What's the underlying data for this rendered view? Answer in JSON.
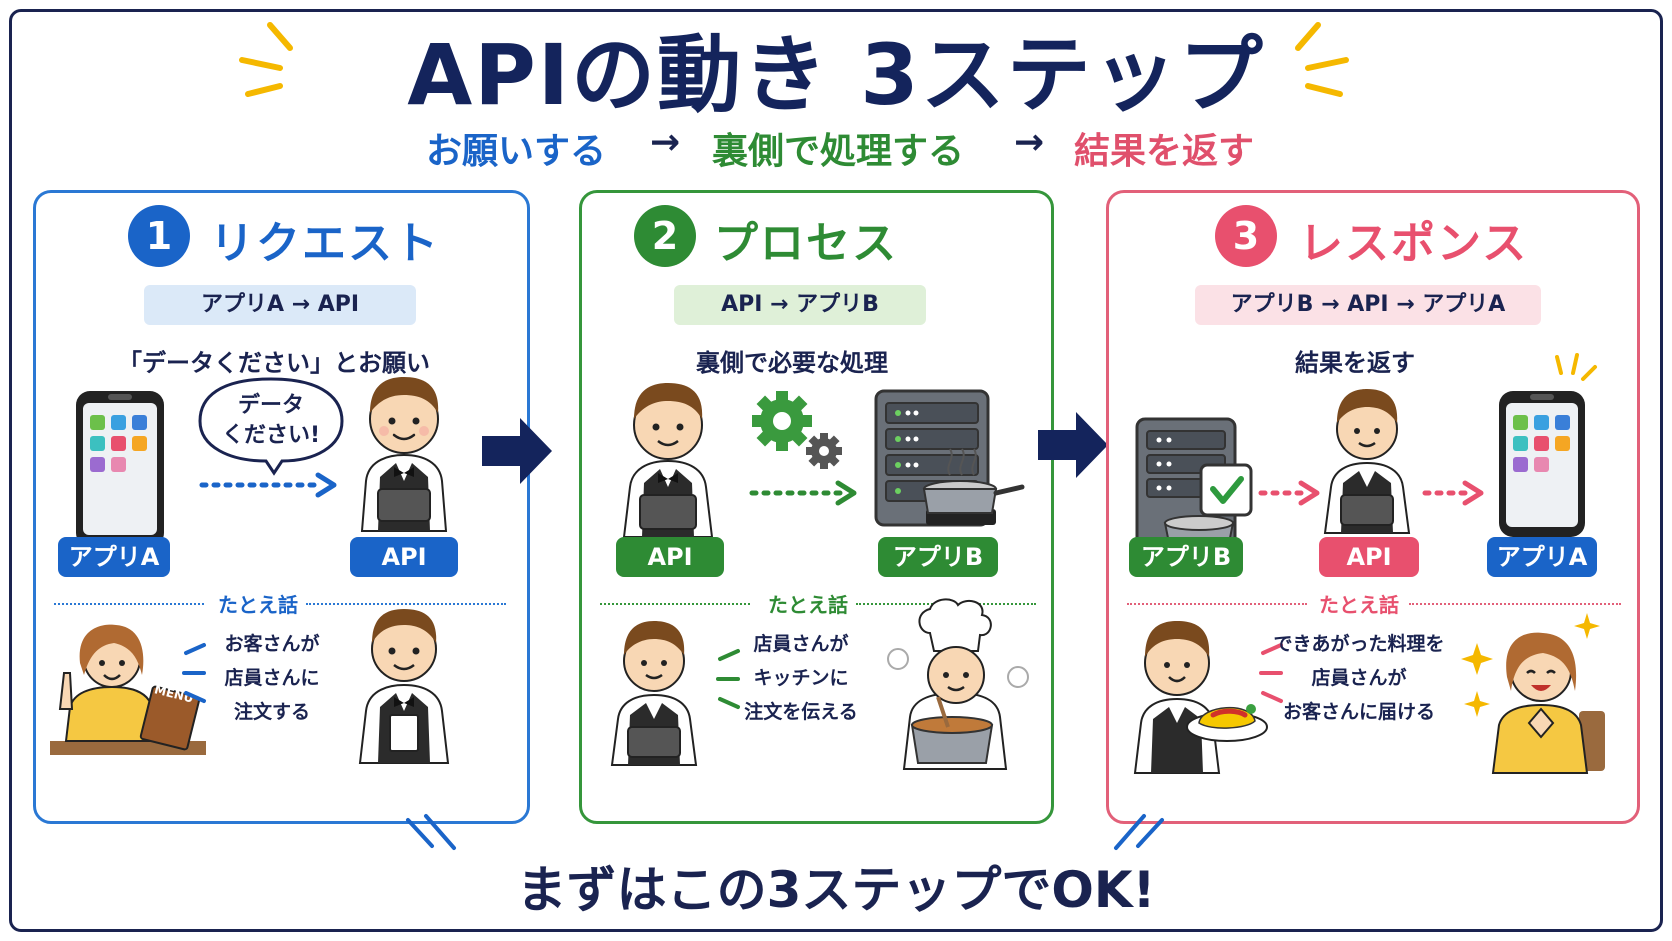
{
  "title": "APIの動き 3ステップ",
  "subtitle": {
    "part1": "お願いする",
    "arrow1": "→",
    "part2": "裏側で処理する",
    "arrow2": "→",
    "part3": "結果を返す"
  },
  "steps": [
    {
      "number": "1",
      "title": "リクエスト",
      "flow": "アプリA → API",
      "description": "「データください」とお願い",
      "speech": [
        "データ",
        "ください!"
      ],
      "tags": [
        "アプリA",
        "API"
      ],
      "example_label": "たとえ話",
      "example_lines": [
        "お客さんが",
        "店員さんに",
        "注文する"
      ],
      "menu_label": "MENU"
    },
    {
      "number": "2",
      "title": "プロセス",
      "flow": "API → アプリB",
      "description": "裏側で必要な処理",
      "tags": [
        "API",
        "アプリB"
      ],
      "example_label": "たとえ話",
      "example_lines": [
        "店員さんが",
        "キッチンに",
        "注文を伝える"
      ]
    },
    {
      "number": "3",
      "title": "レスポンス",
      "flow": "アプリB → API → アプリA",
      "description": "結果を返す",
      "tags": [
        "アプリB",
        "API",
        "アプリA"
      ],
      "example_label": "たとえ話",
      "example_lines": [
        "できあがった料理を",
        "店員さんが",
        "お客さんに届ける"
      ]
    }
  ],
  "footer": "まずはこの3ステップでOK!",
  "colors": {
    "navy": "#1a2350",
    "blue": "#1a64c8",
    "green": "#2e8b34",
    "pink": "#e8506e",
    "yellow": "#f5b800"
  }
}
